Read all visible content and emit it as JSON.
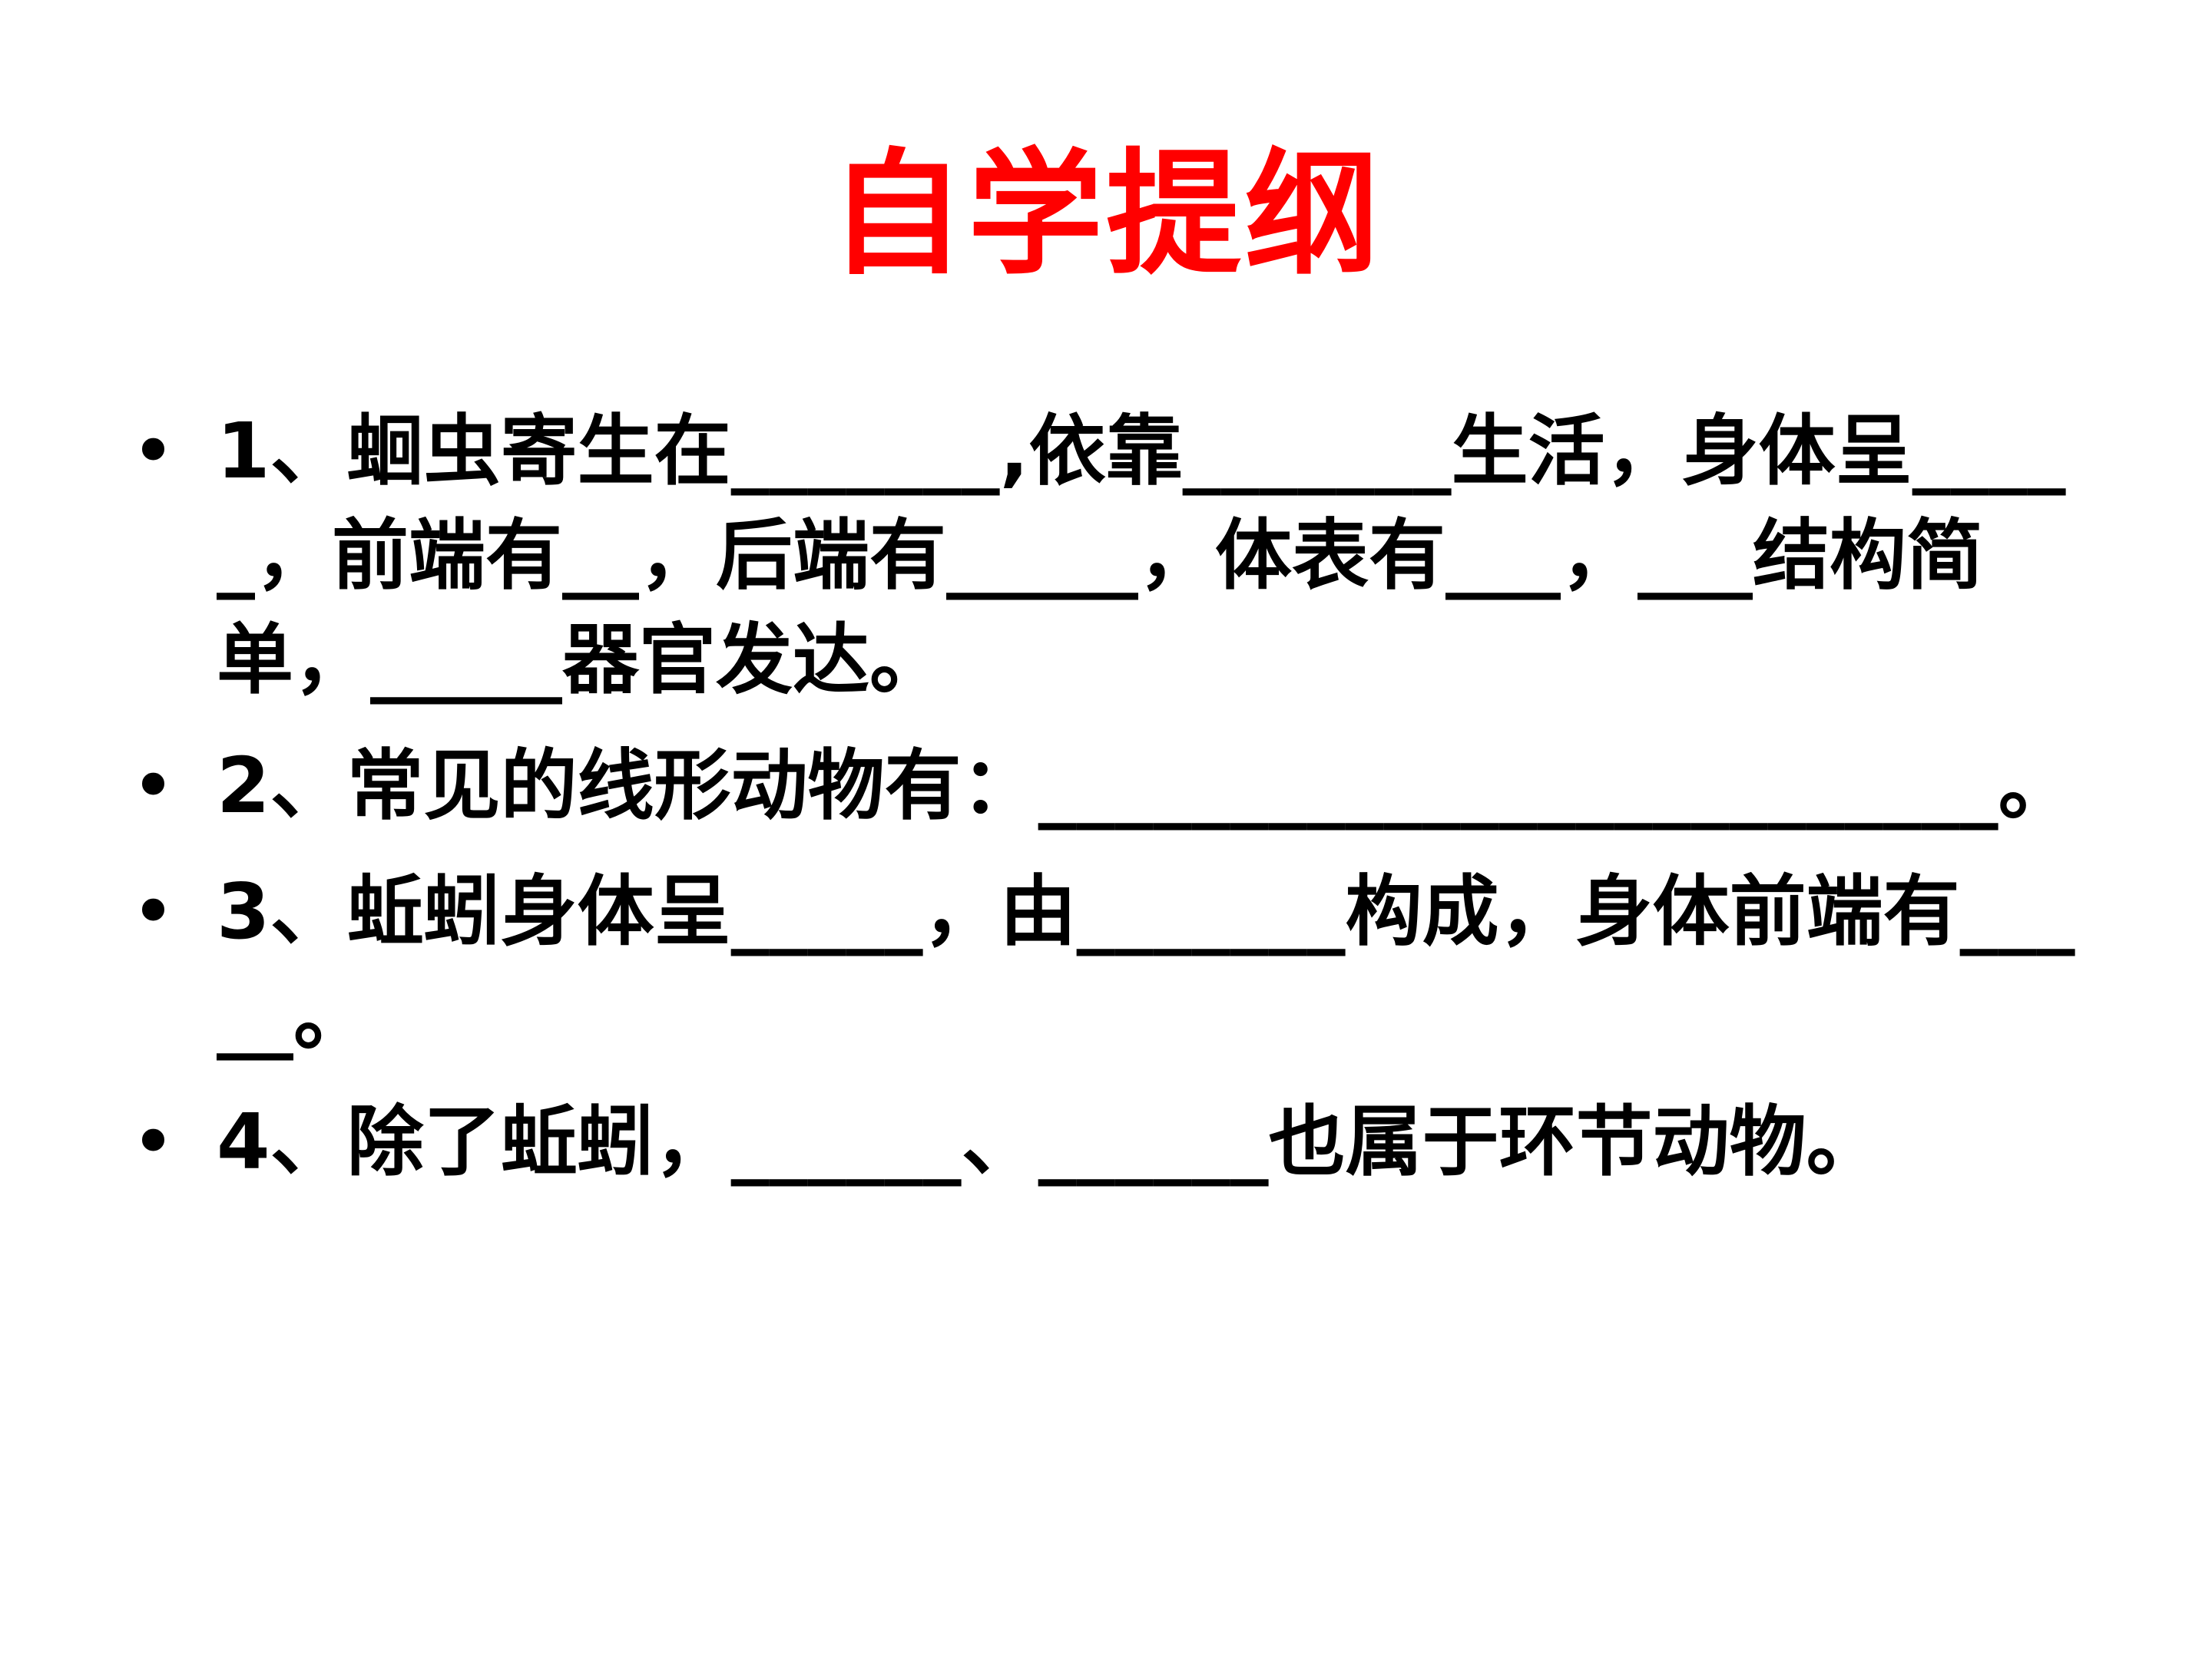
{
  "slide": {
    "title": "自学提纲",
    "title_color": "#ff0000",
    "bullet_glyph": "•",
    "items": [
      {
        "text": "1、蛔虫寄生在_______,依靠_______生活，身体呈_____，前端有__，后端有_____，体表有___，___结构简单，_____器官发达。"
      },
      {
        "text": "2、常见的线形动物有：_________________________。"
      },
      {
        "text": "3、蚯蚓身体呈_____，由_______构成，身体前端有_____。"
      },
      {
        "text": "4、除了蚯蚓，______、______也属于环节动物。"
      }
    ]
  }
}
